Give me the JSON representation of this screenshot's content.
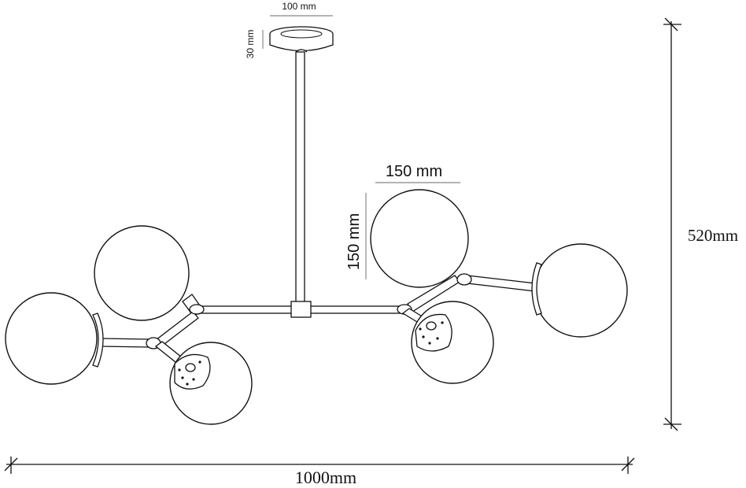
{
  "dimensions": {
    "canopy_width": "100 mm",
    "canopy_height": "30 mm",
    "globe_width": "150 mm",
    "globe_height": "150 mm",
    "total_height": "520mm",
    "total_width": "1000mm"
  }
}
